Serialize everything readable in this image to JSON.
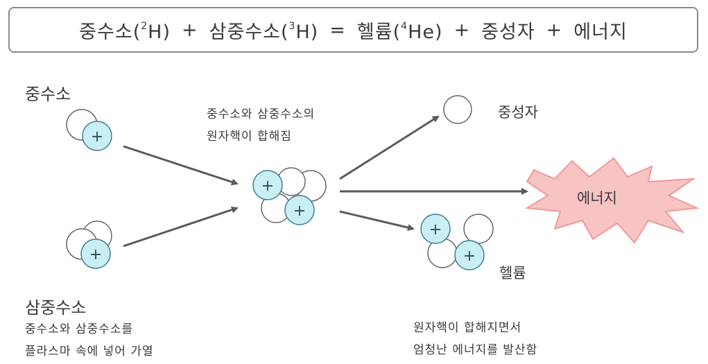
{
  "equation": {
    "deuterium": "중수소(",
    "deuterium_mass": "2",
    "deuterium_sym": "H)",
    "plus1": "+",
    "tritium": "삼중수소(",
    "tritium_mass": "3",
    "tritium_sym": "H)",
    "equals": "=",
    "helium": "헬륨(",
    "helium_mass": "4",
    "helium_sym": "He)",
    "plus2": "+",
    "neutron": "중성자",
    "plus3": "+",
    "energy": "에너지"
  },
  "labels": {
    "deuterium": "중수소",
    "fusion_caption_line1": "중수소와 삼중수소의",
    "fusion_caption_line2": "원자핵이 합해짐",
    "neutron": "중성자",
    "energy": "에너지",
    "helium": "헬륨",
    "tritium": "삼중수소",
    "method_line1": "중수소와 삼중수소를",
    "method_line2": "플라스마 속에 넣어 가열",
    "release_line1": "원자핵이 합해지면서",
    "release_line2": "엄청난 에너지를 발산함"
  },
  "symbols": {
    "proton": "+"
  },
  "colors": {
    "proton_fill": "#c9eef3",
    "proton_stroke": "#3b7f95",
    "neutron_fill": "#ffffff",
    "neutron_stroke": "#666666",
    "arrow": "#5a5a5a",
    "burst_fill": "#f7c3c3",
    "burst_stroke": "#f09a9a"
  }
}
